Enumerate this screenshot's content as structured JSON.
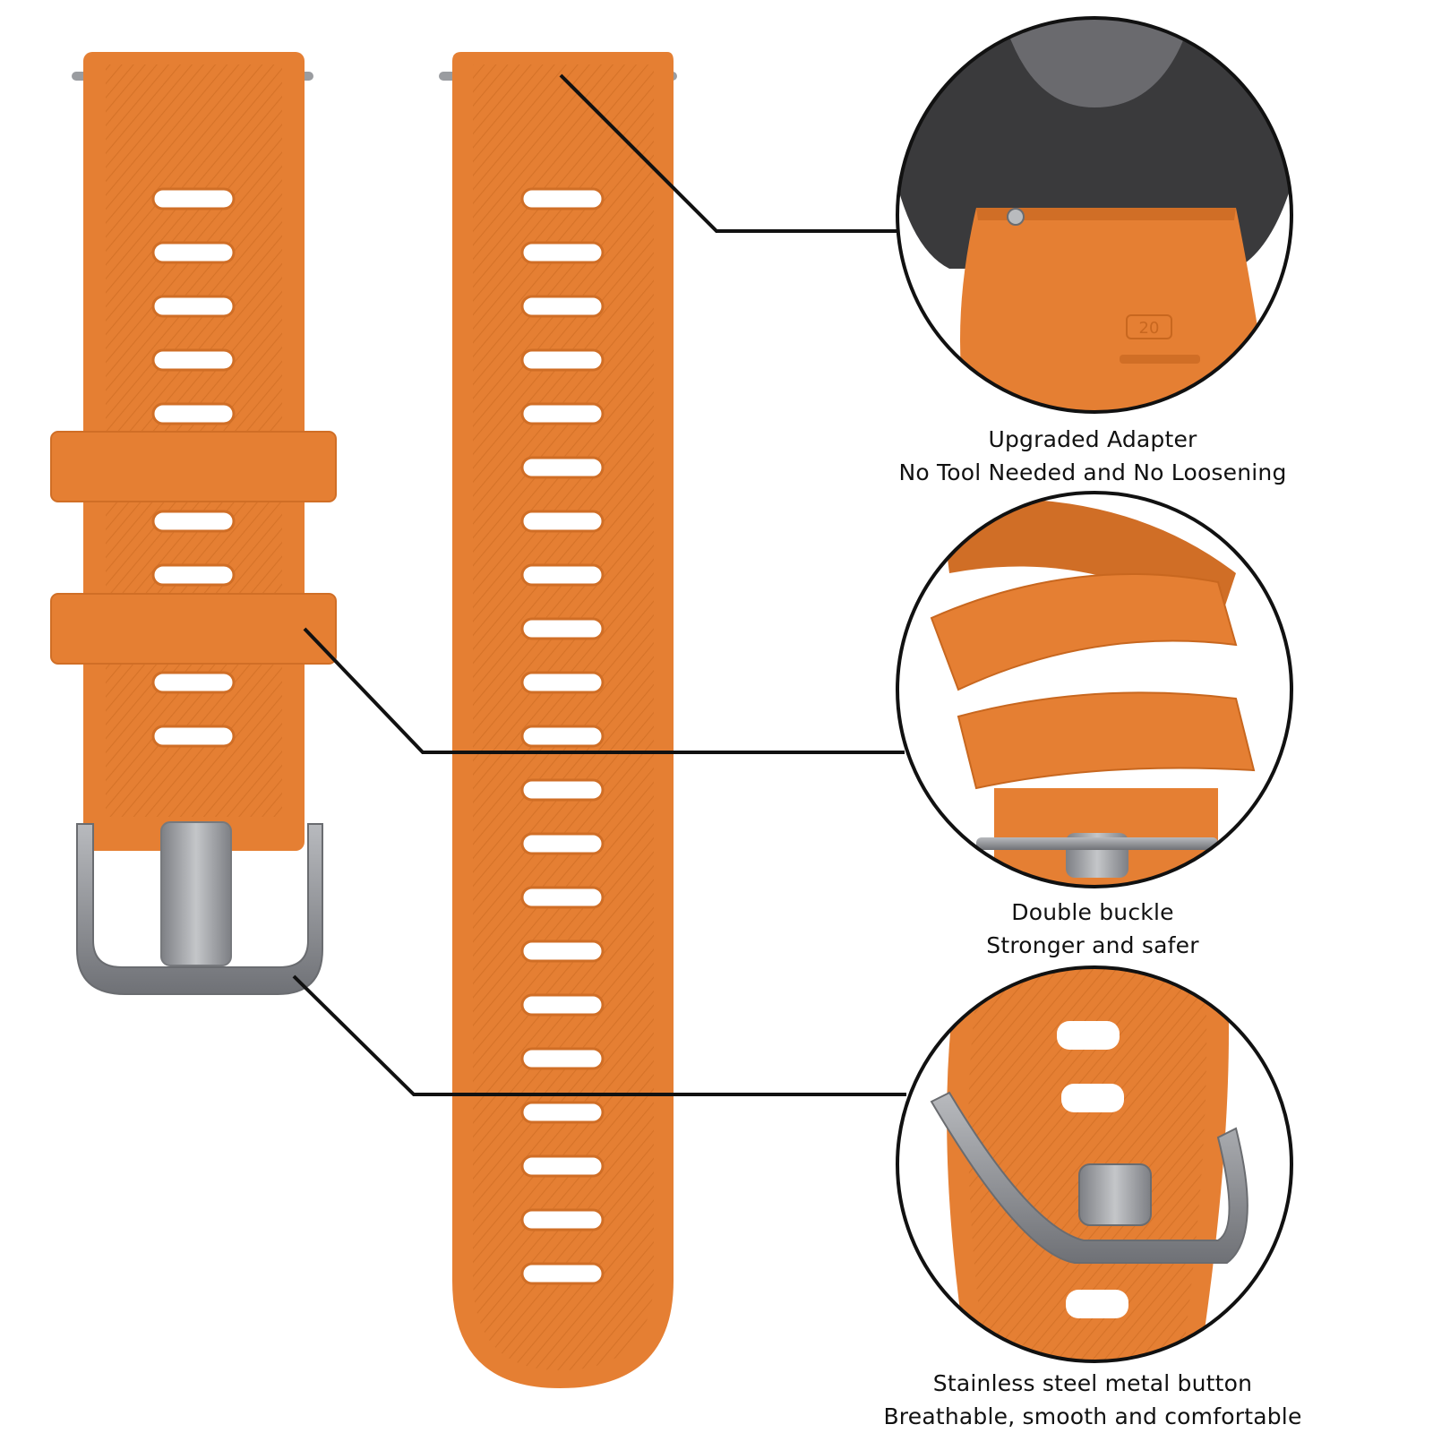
{
  "colors": {
    "strap": "#e57f33",
    "strap_shade": "#d06e26",
    "strap_texture": "#c8671f",
    "metal": "#8e9095",
    "metal_light": "#c4c6c9",
    "watch_case": "#3a3a3c",
    "line": "#111111",
    "background": "#ffffff"
  },
  "icons": {
    "pin": "spring-bar-pin-icon",
    "buckle": "buckle-icon"
  },
  "features": [
    {
      "title": "Upgraded Adapter",
      "subtitle": "No Tool Needed and No Loosening",
      "mark": "20"
    },
    {
      "title": "Double buckle",
      "subtitle": "Stronger and safer"
    },
    {
      "title": "Stainless steel metal button",
      "subtitle": "Breathable, smooth and comfortable"
    }
  ]
}
